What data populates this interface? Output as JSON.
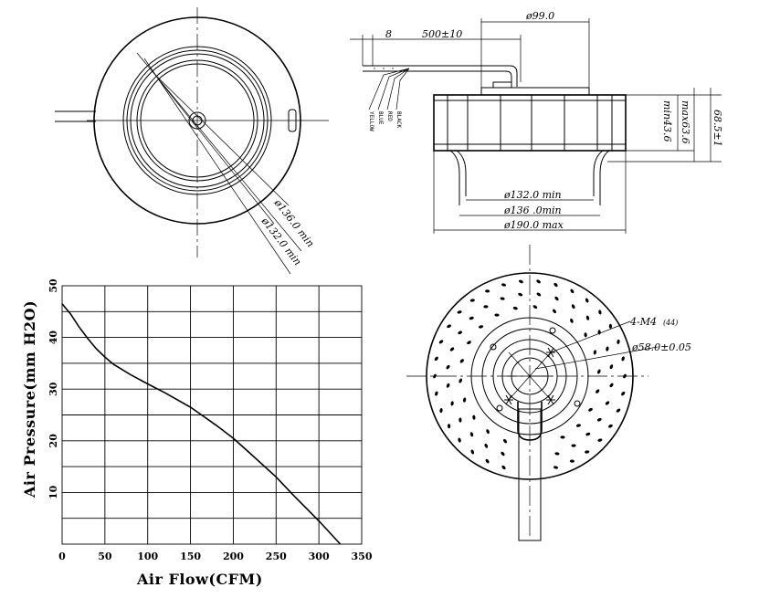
{
  "drawing": {
    "top_left_view": {
      "dim_outer": "ø136.0  min",
      "dim_inner": "ø132.0  min"
    },
    "top_right_view": {
      "dim_8": "8",
      "dim_lead": "500±10",
      "dim_hub": "ø99.0",
      "dim_h1": "min43.6",
      "dim_h2": "max63.6",
      "dim_h3": "68.5±1",
      "dim_d1": "ø132.0  min",
      "dim_d2": "ø136  .0min",
      "dim_d3": "ø190.0  max",
      "wire_labels": [
        "YELLOW",
        "BLUE",
        "RED",
        "BLACK"
      ]
    },
    "bottom_right_view": {
      "dim_holes": "4-M4",
      "dim_holes_suffix": "(44)",
      "dim_pcd": "ø58.0±0.05"
    }
  },
  "chart_data": {
    "type": "line",
    "xlabel": "Air Flow(CFM)",
    "ylabel": "Air Pressure(mm H2O)",
    "xlim": [
      0,
      350
    ],
    "ylim": [
      0,
      50
    ],
    "xticks": [
      0,
      50,
      100,
      150,
      200,
      250,
      300,
      350
    ],
    "yticks": [
      10,
      20,
      30,
      40,
      50
    ],
    "grid": true,
    "series": [
      {
        "x": [
          0,
          10,
          20,
          30,
          40,
          50,
          60,
          80,
          100,
          120,
          150,
          180,
          200,
          220,
          250,
          270,
          300,
          325
        ],
        "y": [
          46.5,
          44.5,
          42.0,
          39.8,
          37.8,
          36.2,
          34.8,
          32.8,
          31.0,
          29.3,
          26.5,
          23.0,
          20.5,
          17.5,
          13.0,
          9.5,
          4.5,
          0
        ]
      }
    ]
  }
}
